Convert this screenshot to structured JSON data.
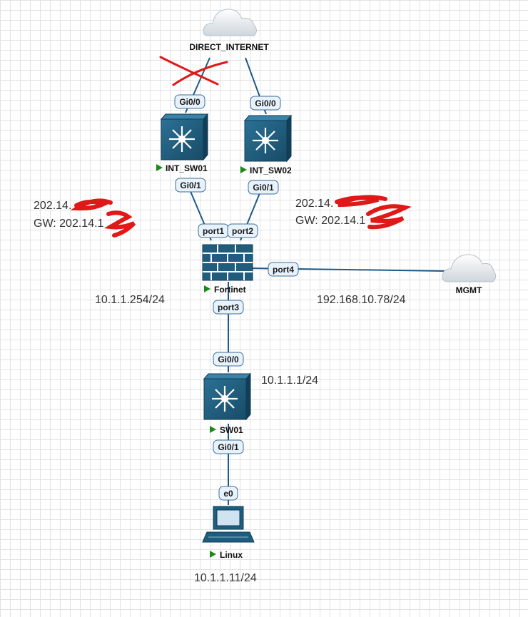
{
  "internet_cloud": {
    "label": "DIRECT_INTERNET"
  },
  "mgmt_cloud": {
    "label": "MGMT"
  },
  "switches": {
    "int_sw01": {
      "label": "INT_SW01",
      "up_port": "Gi0/0",
      "down_port": "Gi0/1"
    },
    "int_sw02": {
      "label": "INT_SW02",
      "up_port": "Gi0/0",
      "down_port": "Gi0/1"
    },
    "sw01": {
      "label": "SW01",
      "up_port": "Gi0/0",
      "down_port": "Gi0/1"
    }
  },
  "firewall": {
    "label": "Fortinet",
    "ports": {
      "port1": "port1",
      "port2": "port2",
      "port3": "port3",
      "port4": "port4"
    }
  },
  "host": {
    "label": "Linux",
    "port": "e0"
  },
  "ip_labels": {
    "wan1_ip": "202.14.",
    "wan1_gw": "GW: 202.14.1",
    "wan2_ip": "202.14.",
    "wan2_gw": "GW: 202.14.1",
    "fw_inside": "10.1.1.254/24",
    "mgmt_ip": "192.168.10.78/24",
    "sw01_ip": "10.1.1.1/24",
    "linux_ip": "10.1.1.11/24"
  },
  "colors": {
    "link": "#1f5a87",
    "device_fill": "#1f5d7e",
    "port_fill": "#e8f2fb",
    "port_stroke": "#3c6f9a",
    "status_arrow": "#1a8a1a",
    "redaction": "#e01818"
  }
}
